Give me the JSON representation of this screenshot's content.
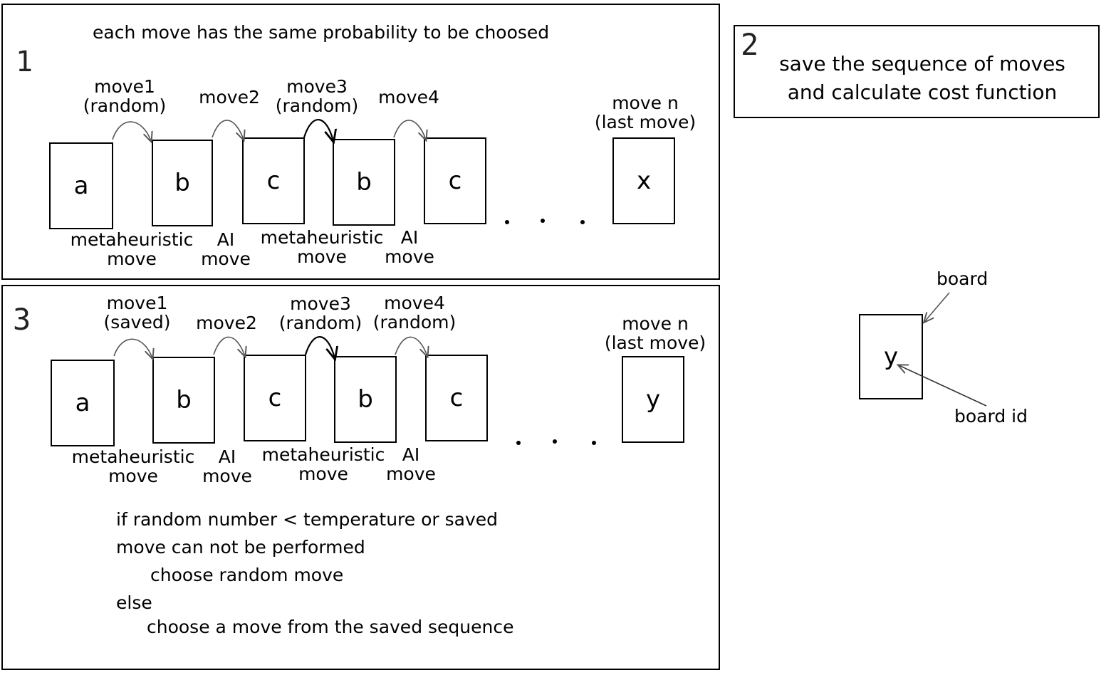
{
  "panel1": {
    "number": "1",
    "header": "each move has the same probability to be choosed",
    "moves": [
      {
        "line1": "move1",
        "line2": "(random)"
      },
      {
        "line1": "move2",
        "line2": ""
      },
      {
        "line1": "move3",
        "line2": "(random)"
      },
      {
        "line1": "move4",
        "line2": ""
      },
      {
        "line1": "move n",
        "line2": "(last move)"
      }
    ],
    "boards": [
      "a",
      "b",
      "c",
      "b",
      "c",
      "x"
    ],
    "bottom_labels": [
      {
        "line1": "metaheuristic",
        "line2": "move"
      },
      {
        "line1": "AI",
        "line2": "move"
      },
      {
        "line1": "metaheuristic",
        "line2": "move"
      },
      {
        "line1": "AI",
        "line2": "move"
      }
    ]
  },
  "panel2": {
    "number": "2",
    "line1": "save the sequence of moves",
    "line2": "and calculate cost function"
  },
  "panel3": {
    "number": "3",
    "moves": [
      {
        "line1": "move1",
        "line2": "(saved)"
      },
      {
        "line1": "move2",
        "line2": ""
      },
      {
        "line1": "move3",
        "line2": "(random)"
      },
      {
        "line1": "move4",
        "line2": "(random)"
      },
      {
        "line1": "move n",
        "line2": "(last move)"
      }
    ],
    "boards": [
      "a",
      "b",
      "c",
      "b",
      "c",
      "y"
    ],
    "bottom_labels": [
      {
        "line1": "metaheuristic",
        "line2": "move"
      },
      {
        "line1": "AI",
        "line2": "move"
      },
      {
        "line1": "metaheuristic",
        "line2": "move"
      },
      {
        "line1": "AI",
        "line2": "move"
      }
    ],
    "pseudocode": [
      "if random number < temperature or saved",
      "move can not be performed",
      "choose random move",
      "else",
      "choose a move from the saved sequence"
    ]
  },
  "legend": {
    "board_label": "board",
    "board_value": "y",
    "board_id_label": "board id"
  }
}
